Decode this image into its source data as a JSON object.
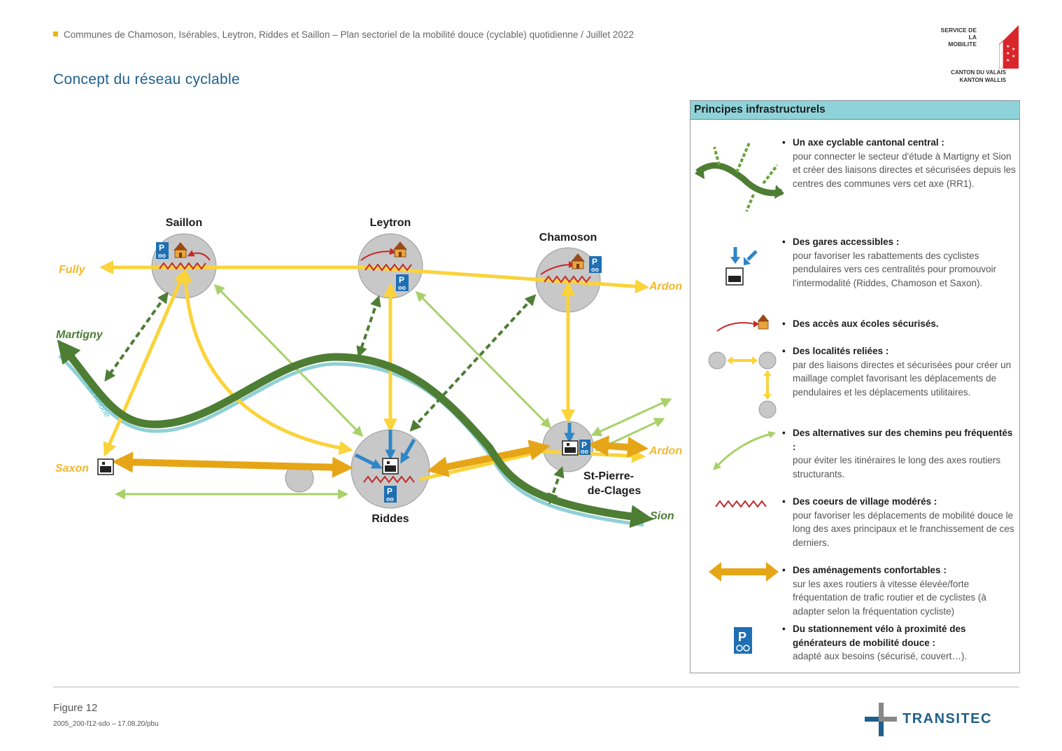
{
  "header": {
    "text": "Communes de Chamoson, Isérables, Leytron, Riddes et Saillon – Plan sectoriel de la mobilité douce (cyclable) quotidienne  /  Juillet 2022"
  },
  "title": "Concept du réseau cyclable",
  "logo_valais": {
    "service_line1": "SERVICE DE LA",
    "service_line2": "MOBILITE",
    "canton_line1": "CANTON DU VALAIS",
    "canton_line2": "KANTON WALLIS"
  },
  "map": {
    "localities": {
      "saillon": "Saillon",
      "leytron": "Leytron",
      "chamoson": "Chamoson",
      "riddes": "Riddes",
      "st_pierre_1": "St-Pierre-",
      "st_pierre_2": "de-Clages"
    },
    "destinations": {
      "fully": "Fully",
      "martigny": "Martigny",
      "saxon": "Saxon",
      "ardon_top": "Ardon",
      "ardon_bottom": "Ardon",
      "sion": "Sion"
    },
    "river": "← Le Rhône",
    "colors": {
      "cantonal_axis": "#4e7d34",
      "links": "#fbd33a",
      "comfort": "#e6a516",
      "alternatives": "#a8d16a",
      "river": "#8fd0d6",
      "station_arrow": "#2f86c6",
      "village": "#c42a2a",
      "locality": "#c8c8c8"
    }
  },
  "legend": {
    "heading": "Principes infrastructurels",
    "items": [
      {
        "title": "Un axe cyclable cantonal central :",
        "text": "pour connecter le secteur d'étude à Martigny et Sion et créer des liaisons directes et sécurisées depuis les centres des communes vers cet axe (RR1)."
      },
      {
        "title": "Des gares accessibles :",
        "text": "pour favoriser les rabattements des cyclistes pendulaires vers ces centralités pour promouvoir l'intermodalité (Riddes, Chamoson et Saxon)."
      },
      {
        "title": "Des accès aux écoles sécurisés.",
        "text": ""
      },
      {
        "title": "Des localités reliées :",
        "text": "par des liaisons directes et sécurisées pour créer un maillage complet favorisant les déplacements de pendulaires et les déplacements utilitaires."
      },
      {
        "title": "Des alternatives sur des chemins peu fréquentés :",
        "text": "pour éviter les itinéraires le long des axes routiers structurants."
      },
      {
        "title": "Des coeurs de village modérés :",
        "text": "pour favoriser les déplacements de mobilité douce le long des axes principaux et le franchissement de ces derniers."
      },
      {
        "title": "Des aménagements confortables :",
        "text": "sur les axes routiers à vitesse élevée/forte fréquentation de trafic routier et de cyclistes (à adapter selon la fréquentation cycliste)"
      },
      {
        "title": "Du stationnement vélo à proximité des générateurs de mobilité douce :",
        "text": "adapté aux besoins (sécurisé, couvert…)."
      }
    ]
  },
  "footer": {
    "figure": "Figure 12",
    "ref": "2005_200-f12-sdo – 17.08.20/pbu",
    "brand": "TRANSITEC"
  }
}
